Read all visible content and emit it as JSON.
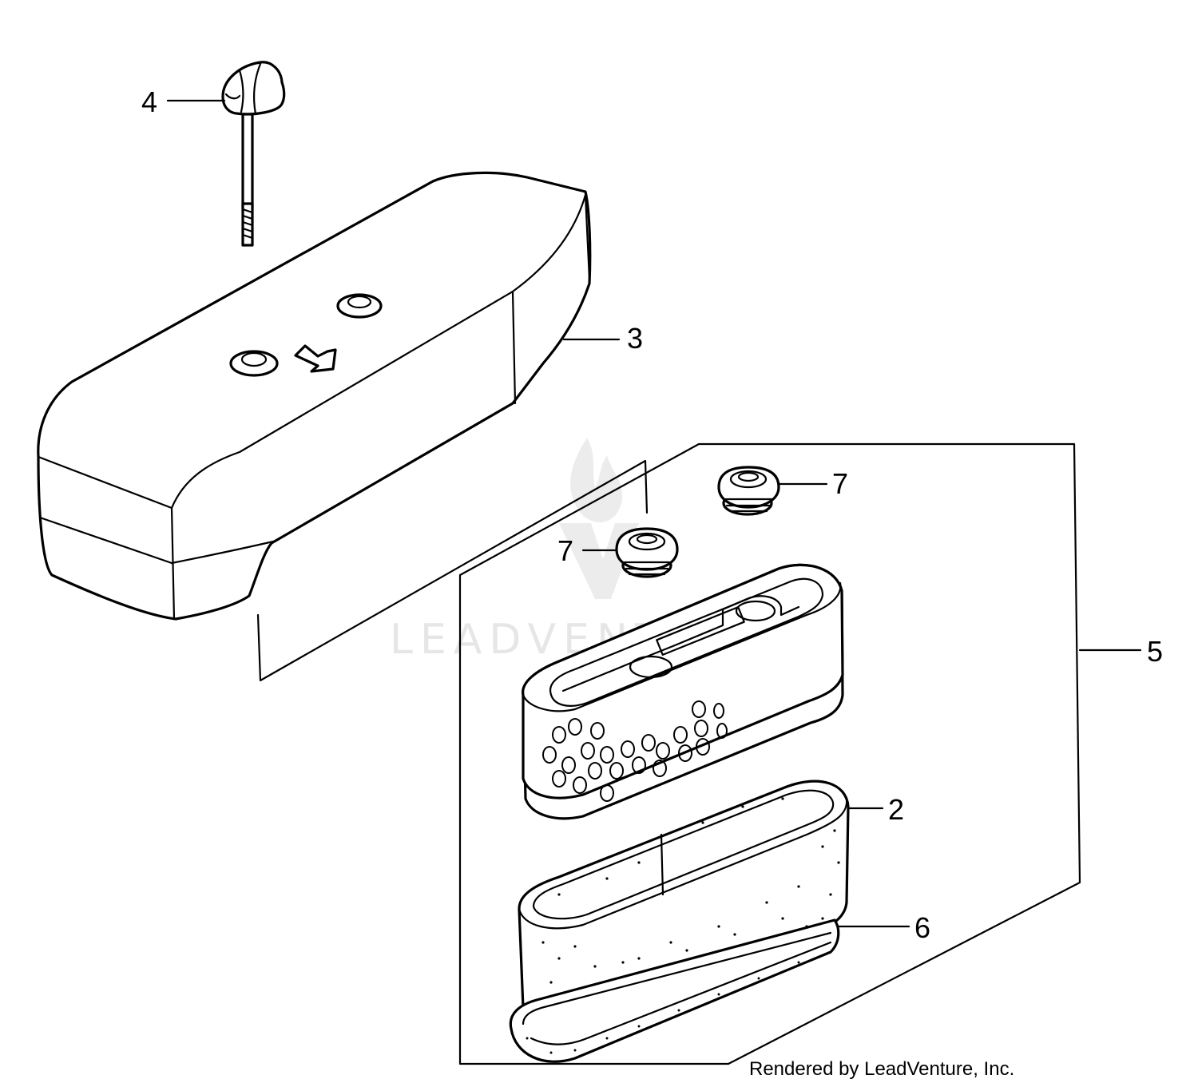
{
  "diagram": {
    "callouts": [
      {
        "id": "c4",
        "label": "4"
      },
      {
        "id": "c3",
        "label": "3"
      },
      {
        "id": "c7a",
        "label": "7"
      },
      {
        "id": "c7b",
        "label": "7"
      },
      {
        "id": "c5",
        "label": "5"
      },
      {
        "id": "c2",
        "label": "2"
      },
      {
        "id": "c6",
        "label": "6"
      }
    ],
    "watermark": "LEADVENTURE",
    "credit": "Rendered by LeadVenture, Inc."
  }
}
